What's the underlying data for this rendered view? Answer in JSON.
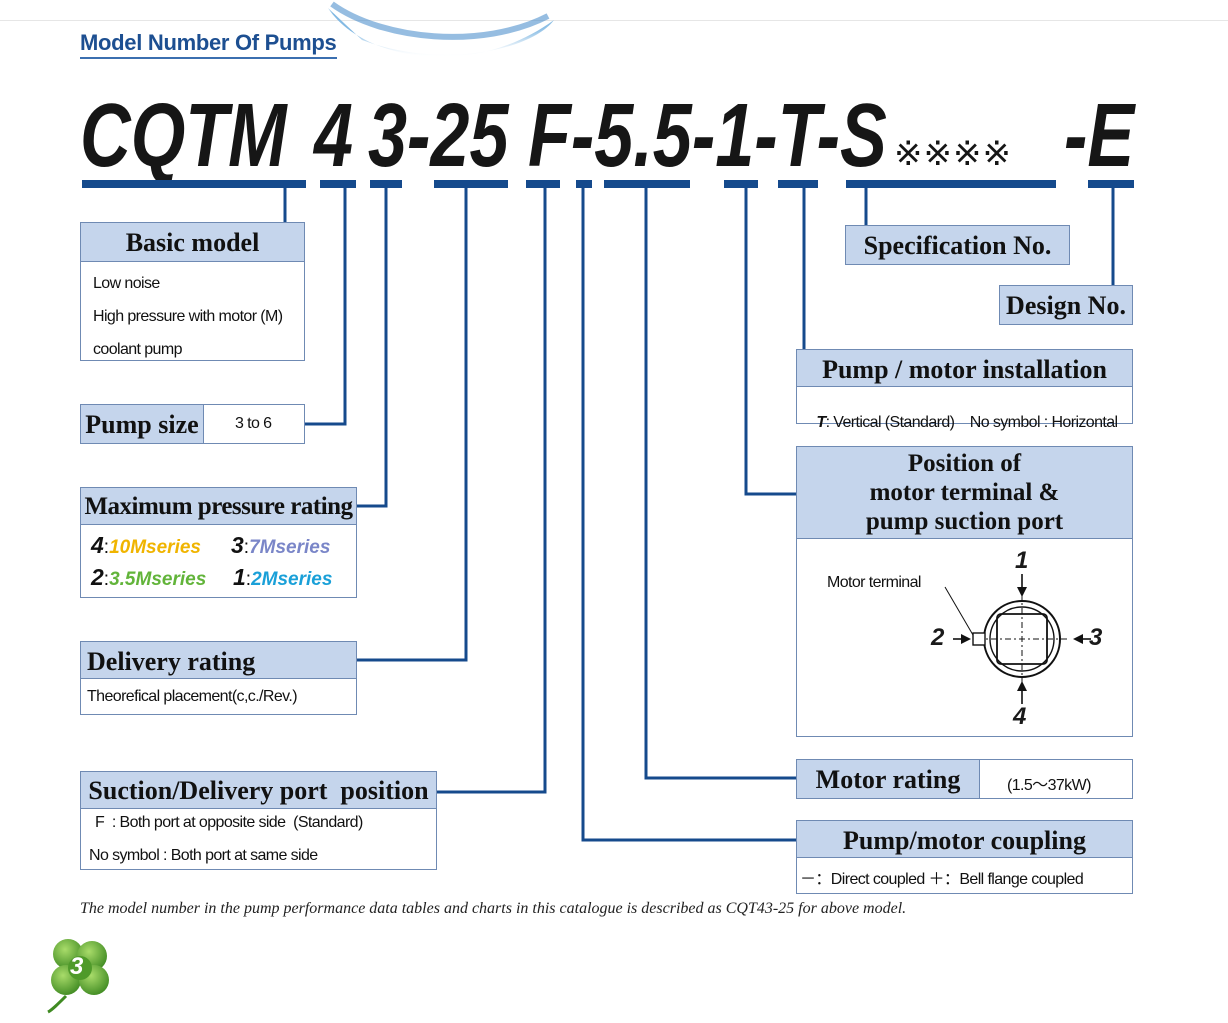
{
  "title": "Model Number Of Pumps",
  "model_code": {
    "segments": [
      "CQTM",
      "4",
      "3-25",
      "F-5.5-1-T-S",
      "-E"
    ],
    "marks": "※※※※"
  },
  "boxes": {
    "basic_model": {
      "header": "Basic model",
      "lines": [
        "Low noise",
        "High pressure with motor (M)",
        "coolant pump"
      ]
    },
    "pump_size": {
      "header": "Pump size",
      "value": "3 to 6"
    },
    "max_pressure": {
      "header": "Maximum pressure rating",
      "items": [
        {
          "code": "4",
          "sep": ":",
          "label": "10Mseries",
          "color": "#f0b400"
        },
        {
          "code": "3",
          "sep": ":",
          "label": "7Mseries",
          "color": "#7a86c8"
        },
        {
          "code": "2",
          "sep": ":",
          "label": "3.5Mseries",
          "color": "#62b43a"
        },
        {
          "code": "1",
          "sep": ":",
          "label": "2Mseries",
          "color": "#1aa0d8"
        }
      ]
    },
    "delivery": {
      "header": "Delivery rating",
      "lines": [
        "Theorefical placement(c,c./Rev.)"
      ]
    },
    "port_position": {
      "header": "Suction/Delivery port  position",
      "lines": [
        "F  : Both port at opposite side  (Standard)",
        "No symbol : Both port at same side"
      ]
    },
    "specification": {
      "header": "Specification No."
    },
    "design": {
      "header": "Design No."
    },
    "installation": {
      "header": "Pump / motor installation",
      "code": "T",
      "text": ": Vertical (Standard)    No symbol : Horizontal"
    },
    "terminal": {
      "header_lines": [
        "Position of",
        "motor terminal &",
        "pump suction port"
      ],
      "label": "Motor terminal",
      "positions": [
        "1",
        "2",
        "3",
        "4"
      ]
    },
    "motor_rating": {
      "header": "Motor rating",
      "value": "(1.5～37kW)"
    },
    "coupling": {
      "header": "Pump/motor coupling",
      "text": "－：Direct coupled ＋：Bell flange coupled"
    }
  },
  "footnote": "The model number in the pump performance data tables and charts in this catalogue is described as CQT43-25 for above model.",
  "page_number": "3",
  "colors": {
    "navy": "#154a8c",
    "header_fill": "#c5d5ec",
    "title_blue": "#1d4f91",
    "clover_green": "#4f9a2a"
  }
}
